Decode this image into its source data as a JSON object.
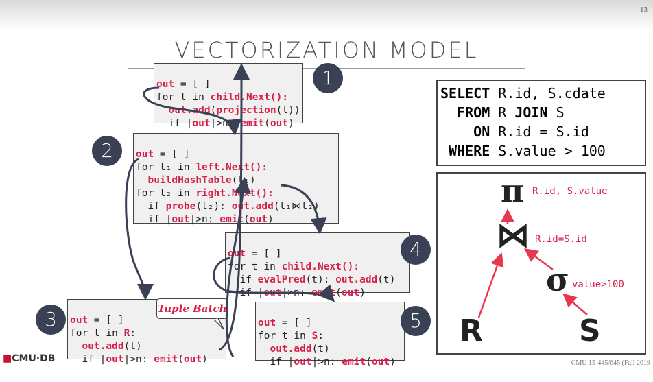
{
  "page_number": "13",
  "title": "VECTORIZATION MODEL",
  "badges": {
    "b1": "1",
    "b2": "2",
    "b3": "3",
    "b4": "4",
    "b5": "5"
  },
  "box1": {
    "l1_kw": "out",
    "l1_rest": " = [ ]",
    "l2_pre": "for t in ",
    "l2_call": "child.Next():",
    "l3_call": "out.add",
    "l3_mid": "(",
    "l3_call2": "projection",
    "l3_rest": "(t))",
    "l4_pre": "if |",
    "l4_kw": "out",
    "l4_mid": "|>n: ",
    "l4_call": "emit",
    "l4_paren": "(",
    "l4_kw2": "out",
    "l4_end": ")"
  },
  "box2": {
    "l1_kw": "out",
    "l1_rest": " = [ ]",
    "l2_pre": "for t₁ in ",
    "l2_call": "left.Next():",
    "l3_call": "buildHashTable",
    "l3_rest": "(t₁)",
    "l4_pre": "for t₂ in ",
    "l4_call": "right.Next():",
    "l5_pre": "if ",
    "l5_call": "probe",
    "l5_mid": "(t₂): ",
    "l5_call2": "out.add",
    "l5_rest": "(t₁⋈t₂)",
    "l6_pre": "if |",
    "l6_kw": "out",
    "l6_mid": "|>n: ",
    "l6_call": "emit",
    "l6_paren": "(",
    "l6_kw2": "out",
    "l6_end": ")"
  },
  "box3": {
    "l1_kw": "out",
    "l1_rest": " = [ ]",
    "l2_pre": "for t in ",
    "l2_kw": "R",
    "l2_end": ":",
    "l3_call": "out.add",
    "l3_rest": "(t)",
    "l4_pre": "if |",
    "l4_kw": "out",
    "l4_mid": "|>n: ",
    "l4_call": "emit",
    "l4_paren": "(",
    "l4_kw2": "out",
    "l4_end": ")"
  },
  "box4": {
    "l1_kw": "out",
    "l1_rest": " = [ ]",
    "l2_pre": "for t in ",
    "l2_call": "child.Next():",
    "l3_pre": "if ",
    "l3_call": "evalPred",
    "l3_mid": "(t): ",
    "l3_call2": "out.add",
    "l3_rest": "(t)",
    "l4_pre": "if |",
    "l4_kw": "out",
    "l4_mid": "|>n: ",
    "l4_call": "emit",
    "l4_paren": "(",
    "l4_kw2": "out",
    "l4_end": ")"
  },
  "box5": {
    "l1_kw": "out",
    "l1_rest": " = [ ]",
    "l2_pre": "for t in ",
    "l2_kw": "S",
    "l2_end": ":",
    "l3_call": "out.add",
    "l3_rest": "(t)",
    "l4_pre": "if |",
    "l4_kw": "out",
    "l4_mid": "|>n: ",
    "l4_call": "emit",
    "l4_paren": "(",
    "l4_kw2": "out",
    "l4_end": ")"
  },
  "tuple_batch_label": "Tuple Batch",
  "sql": {
    "select_kw": "SELECT",
    "select_rest": " R.id, S.cdate",
    "from_kw": "FROM",
    "from_rest": " R ",
    "join_kw": "JOIN",
    "join_rest": " S",
    "on_kw": "ON",
    "on_rest": " R.id = S.id",
    "where_kw": "WHERE",
    "where_rest": " S.value > 100"
  },
  "tree": {
    "projection_symbol": "π",
    "projection_label": "R.id, S.value",
    "join_symbol": "⋈",
    "join_label": "R.id=S.id",
    "selection_symbol": "σ",
    "selection_label": "value>100",
    "leaf_r": "R",
    "leaf_s": "S"
  },
  "logo": {
    "mark": "■",
    "text": "CMU·DB"
  },
  "footer": "CMU 15-445/645 (Fall 2019"
}
